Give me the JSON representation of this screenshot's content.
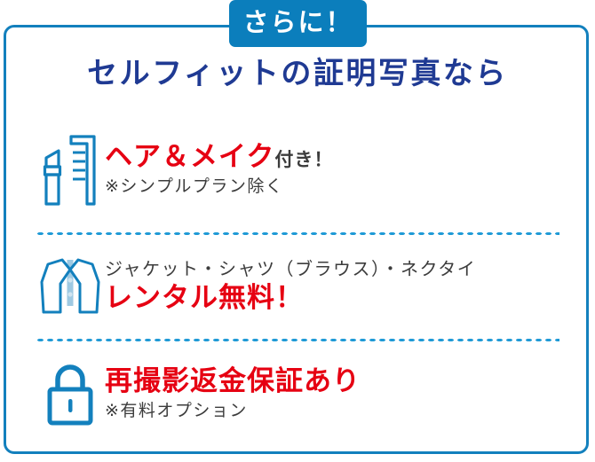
{
  "badge": {
    "label": "さらに！"
  },
  "heading": {
    "text": "セルフィットの証明写真なら"
  },
  "colors": {
    "frame_border": "#1380bd",
    "badge_bg": "#0b7ebc",
    "badge_text": "#ffffff",
    "heading_text": "#1f3a93",
    "accent_red": "#e60012",
    "body_gray": "#3c3c3c",
    "icon_blue": "#1380bd",
    "divider_blue": "#1f9ad6",
    "tie_blue": "#9ec9e2"
  },
  "features": [
    {
      "icon": "lipstick-comb-icon",
      "headline_red": "ヘア＆メイク",
      "headline_gray": "付き！",
      "note": "※シンプルプラン除く"
    },
    {
      "icon": "suit-jacket-icon",
      "subline_gray": "ジャケット・シャツ（ブラウス）・ネクタイ",
      "headline_red": "レンタル無料！"
    },
    {
      "icon": "padlock-icon",
      "headline_red": "再撮影返金保証あり",
      "note": "※有料オプション"
    }
  ]
}
